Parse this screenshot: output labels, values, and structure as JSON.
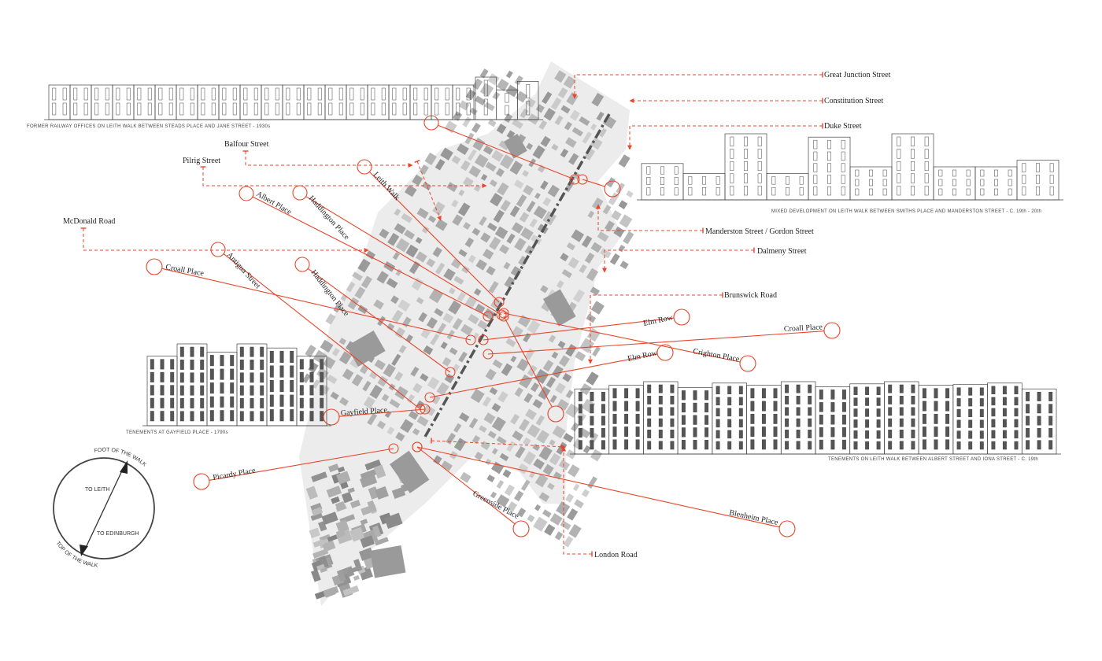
{
  "map": {
    "main_street_label": "Leith Walk",
    "top_labels": [
      "Great Junction Street",
      "Constitution Street",
      "Duke Street"
    ],
    "left_labels": [
      "Balfour Street",
      "Pilrig Street",
      "McDonald Road"
    ],
    "right_labels": [
      "Manderston Street / Gordon Street",
      "Dalmeny Street",
      "Brunswick Road"
    ],
    "bottom_label": "London Road",
    "angled_labels": {
      "albert_place": "Albert Place",
      "haddington_place_1": "Haddington Place",
      "antigua_street": "Antigua Street",
      "croall_place_left": "Croall Place",
      "haddington_place_2": "Haddington Place",
      "elm_row_1": "Elm Row",
      "croall_place_right": "Croall Place",
      "crighton_place": "Crighton Place",
      "elm_row_2": "Elm Row",
      "gayfield_place": "Gayfield Place",
      "picardy_place": "Picardy Place",
      "greenside_place": "Greenside Place",
      "blenheim_place": "Blenheim Place"
    },
    "elevation_captions": {
      "railway_offices": "FORMER RAILWAY OFFICES ON LEITH WALK BETWEEN STEADS PLACE AND JANE STREET - 1930s",
      "mixed_development": "MIXED DEVELOPMENT ON LEITH WALK BETWEEN SMITHS PLACE AND MANDERSTON STREET - C. 19th - 20th",
      "gayfield_tenements": "TENEMENTS AT GAYFIELD PLACE - 1790s",
      "albert_iona_tenements": "TENEMENTS ON LEITH WALK BETWEEN ALBERT STREET AND IONA STREET - C. 19th"
    },
    "compass": {
      "foot_label": "FOOT OF THE WALK",
      "top_label": "TOP OF THE WALK",
      "to_leith": "TO LEITH",
      "to_edinburgh": "TO EDINBURGH"
    },
    "colors": {
      "annotation": "#e8452a",
      "buildings": "#aaaaaa",
      "main_street": "#555555",
      "elevation_line": "#444444"
    }
  }
}
